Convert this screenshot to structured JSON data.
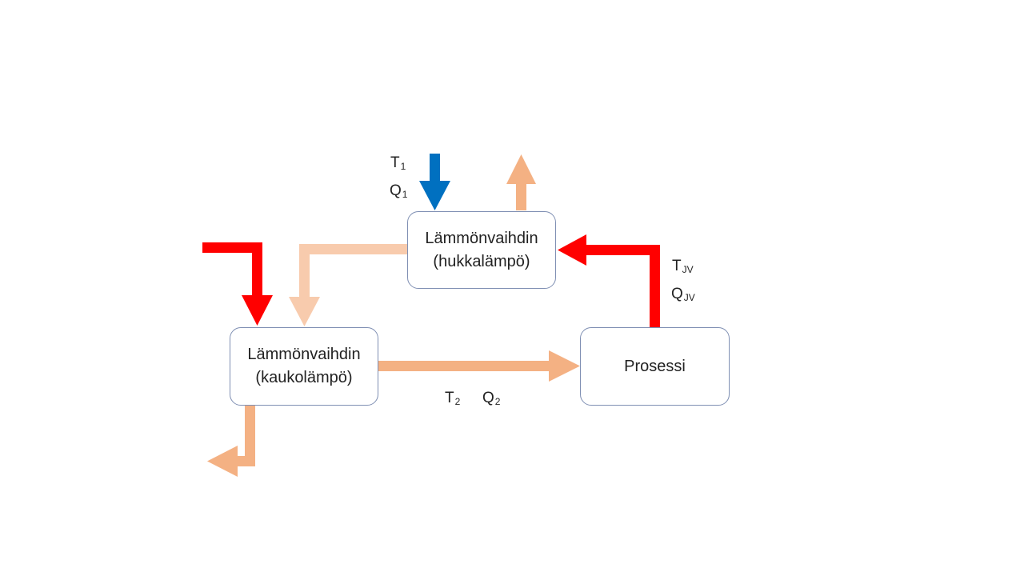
{
  "colors": {
    "hot": "#ff0000",
    "cold": "#0070c0",
    "warm": "#f4b183",
    "light_warm": "#f8cbad",
    "box_border": "#7f8fb3"
  },
  "nodes": {
    "hx_waste": {
      "line1": "Lämmönvaihdin",
      "line2": "(hukkalämpö)"
    },
    "hx_district": {
      "line1": "Lämmönvaihdin",
      "line2": "(kaukolämpö)"
    },
    "process": {
      "label": "Prosessi"
    }
  },
  "labels": {
    "t1": {
      "main": "T",
      "sub": "1"
    },
    "q1": {
      "main": "Q",
      "sub": "1"
    },
    "tjv": {
      "main": "T",
      "sub": "JV"
    },
    "qjv": {
      "main": "Q",
      "sub": "JV"
    },
    "t2": {
      "main": "T",
      "sub": "2"
    },
    "q2": {
      "main": "Q",
      "sub": "2"
    }
  }
}
